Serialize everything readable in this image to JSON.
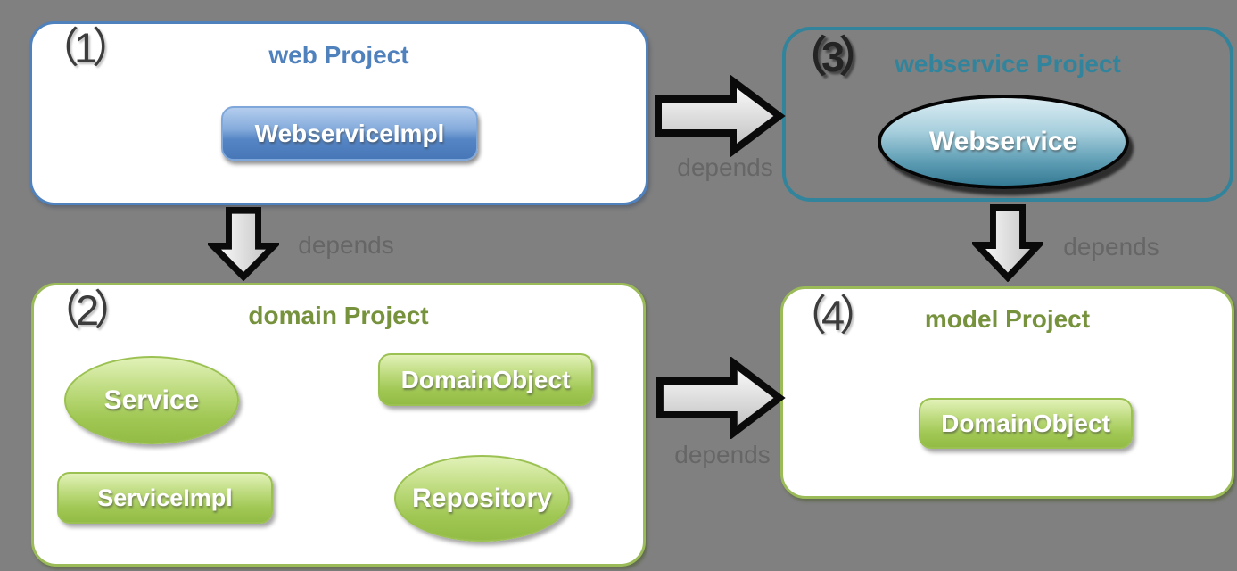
{
  "diagram_type": "project-dependency-diagram",
  "colors": {
    "background": "#808080",
    "blue_accent": "#4F81BD",
    "teal_accent": "#31849B",
    "green_border": "#9BBB59",
    "green_title": "#76923C",
    "depends_text": "#666666",
    "shape_text": "#FFFFFF"
  },
  "projects": {
    "web": {
      "number": "（1）",
      "title": "web Project",
      "components": {
        "webserviceimpl": "WebserviceImpl"
      }
    },
    "domain": {
      "number": "（2）",
      "title": "domain Project",
      "components": {
        "service": "Service",
        "domainobject": "DomainObject",
        "serviceimpl": "ServiceImpl",
        "repository": "Repository"
      }
    },
    "webservice": {
      "number": "（3）",
      "title": "webservice Project",
      "components": {
        "webservice": "Webservice"
      }
    },
    "model": {
      "number": "（4）",
      "title": "model Project",
      "components": {
        "domainobject": "DomainObject"
      }
    }
  },
  "dependencies": [
    {
      "from": "web Project",
      "to": "webservice Project",
      "label": "depends"
    },
    {
      "from": "web Project",
      "to": "domain Project",
      "label": "depends"
    },
    {
      "from": "webservice Project",
      "to": "model Project",
      "label": "depends"
    },
    {
      "from": "domain Project",
      "to": "model Project",
      "label": "depends"
    }
  ]
}
